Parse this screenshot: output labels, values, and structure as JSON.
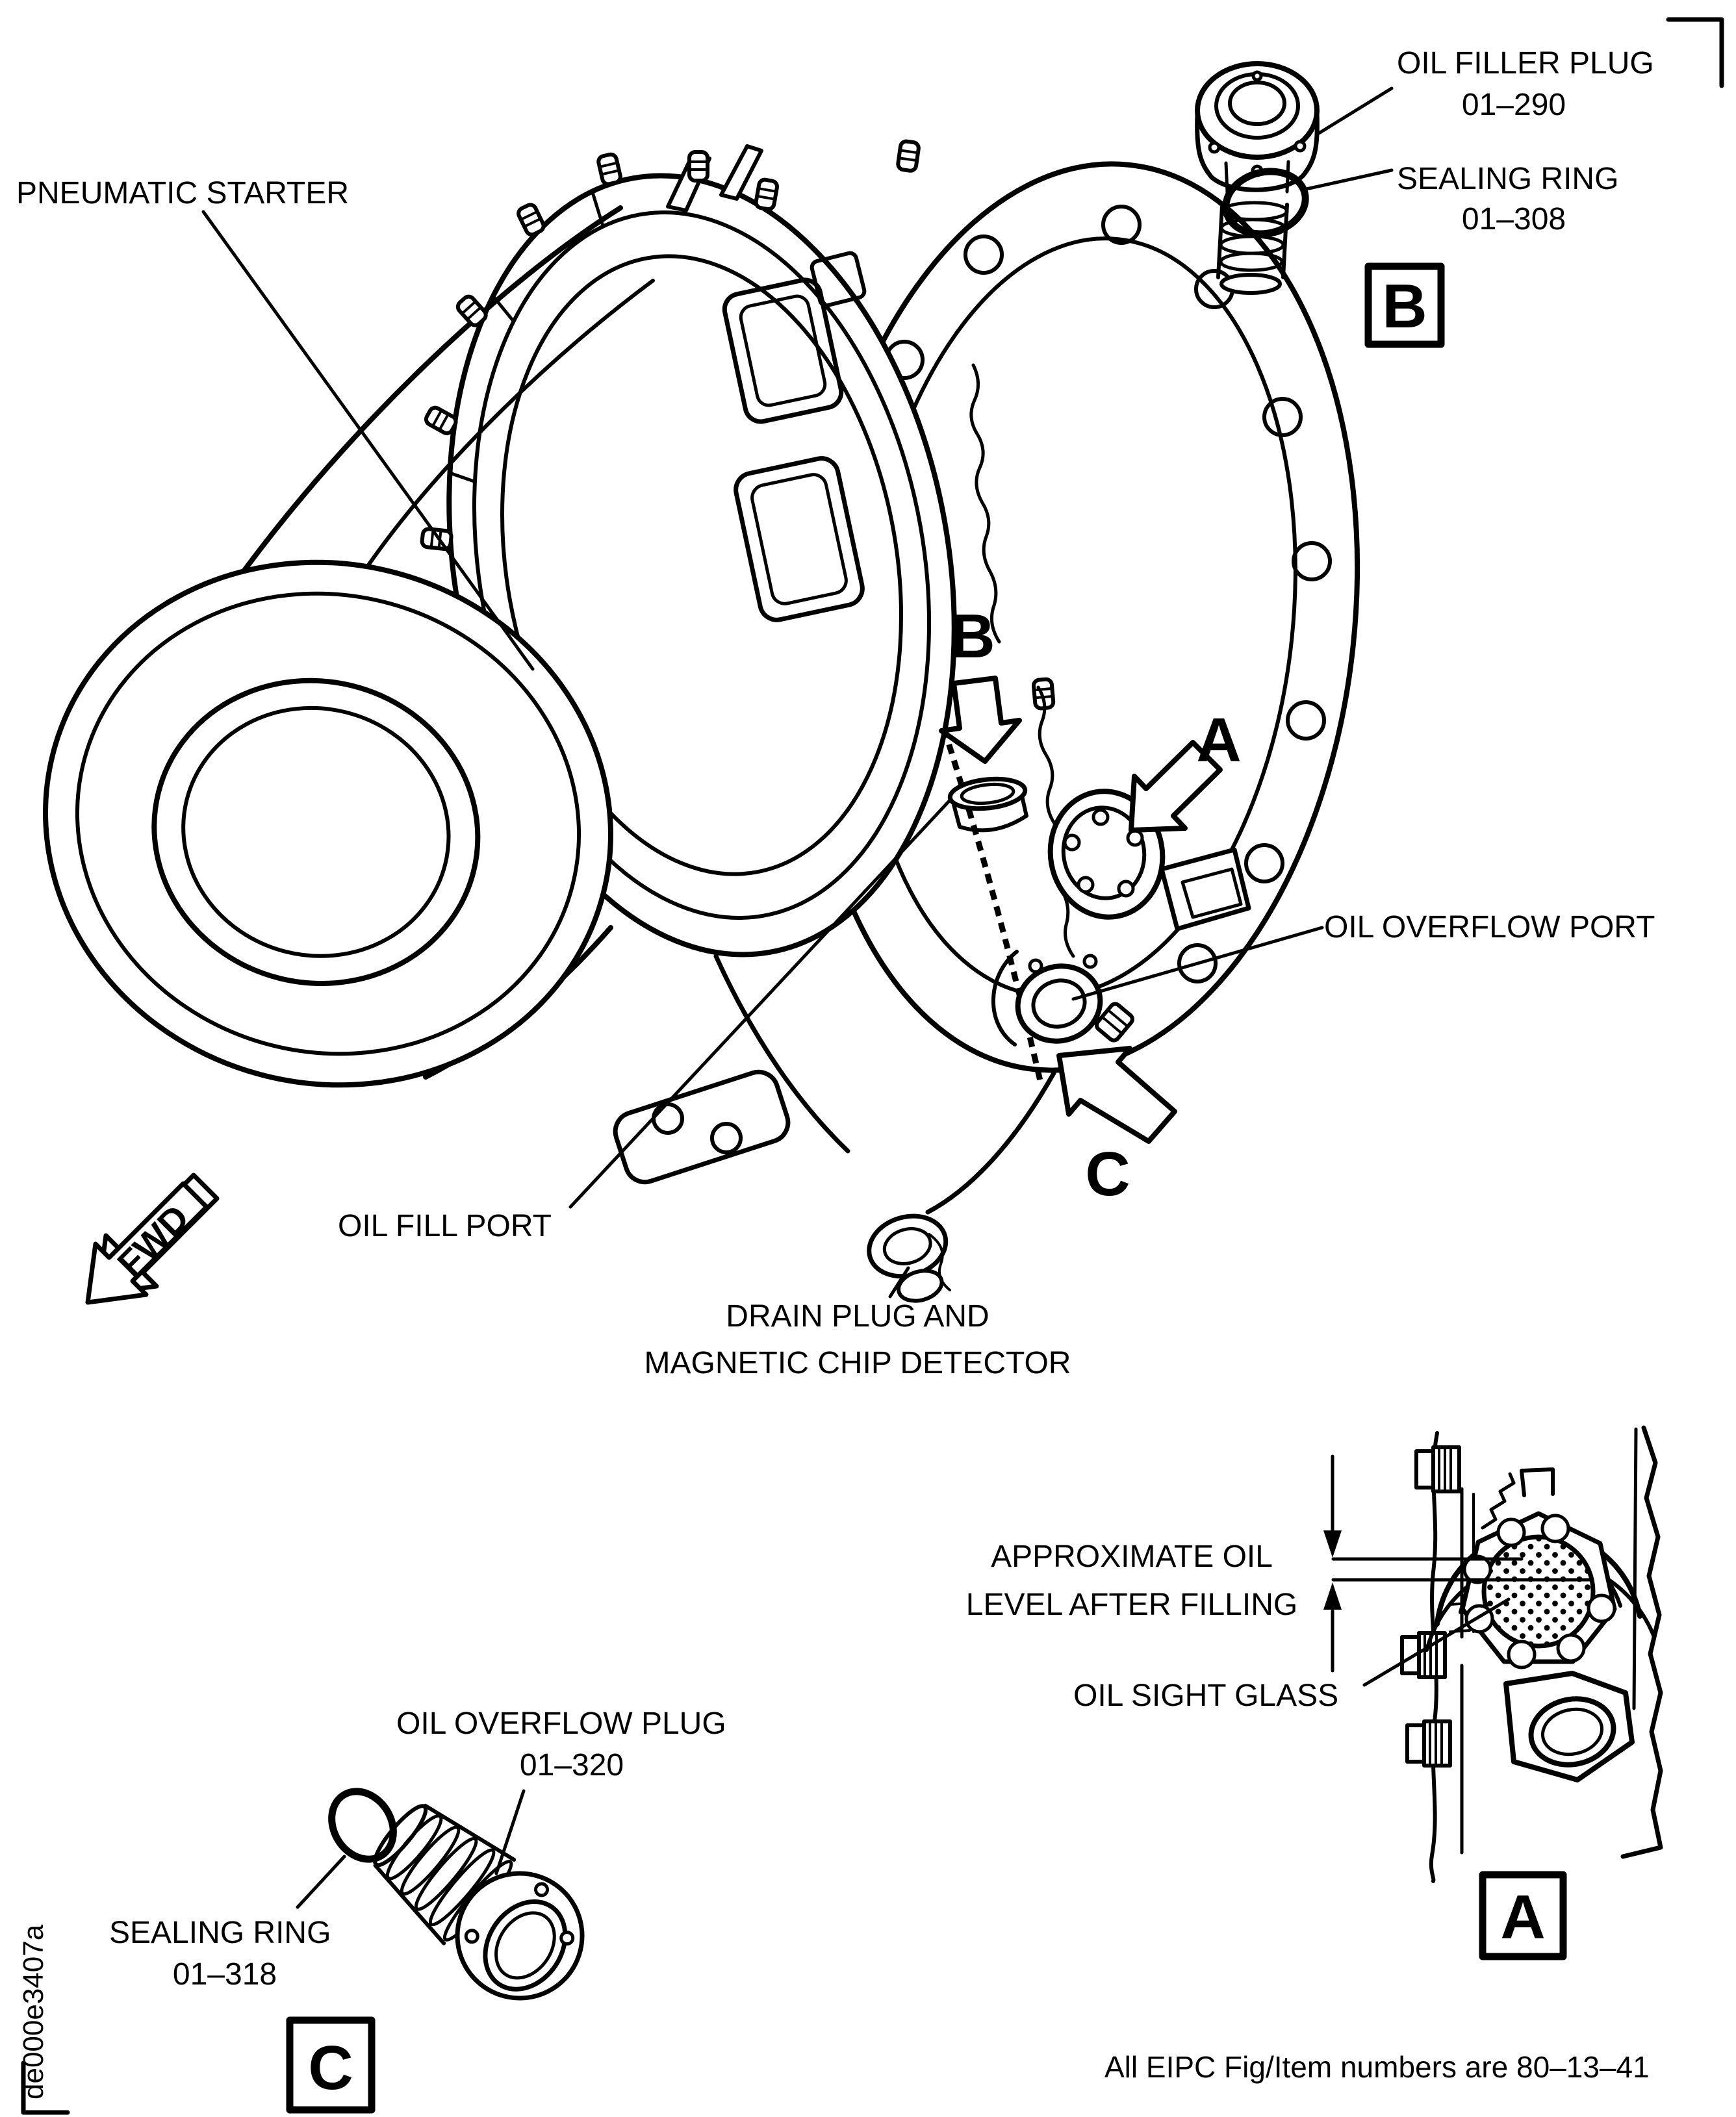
{
  "page": {
    "paper_color": "#ffffff",
    "ink_color": "#000000"
  },
  "figure": {
    "title_label": "PNEUMATIC STARTER",
    "fwd_label": "FWD",
    "footer_note": "All EIPC Fig/Item numbers are 80–13–41",
    "doc_id": "de000e3407a"
  },
  "callouts": {
    "oil_filler_plug": {
      "label": "OIL FILLER PLUG",
      "item": "01–290"
    },
    "sealing_ring_top": {
      "label": "SEALING RING",
      "item": "01–308"
    },
    "oil_overflow_port": {
      "label": "OIL OVERFLOW PORT"
    },
    "oil_fill_port": {
      "label": "OIL FILL PORT"
    },
    "drain_plug": {
      "line1": "DRAIN PLUG AND",
      "line2": "MAGNETIC CHIP DETECTOR"
    },
    "approx_oil_level": {
      "line1": "APPROXIMATE OIL",
      "line2": "LEVEL AFTER FILLING"
    },
    "oil_sight_glass": {
      "label": "OIL SIGHT GLASS"
    },
    "oil_overflow_plug": {
      "label": "OIL OVERFLOW PLUG",
      "item": "01–320"
    },
    "sealing_ring_bottom": {
      "label": "SEALING RING",
      "item": "01–318"
    }
  },
  "detail_markers": {
    "a": {
      "letter": "A"
    },
    "b": {
      "letter": "B"
    },
    "c": {
      "letter": "C"
    }
  }
}
